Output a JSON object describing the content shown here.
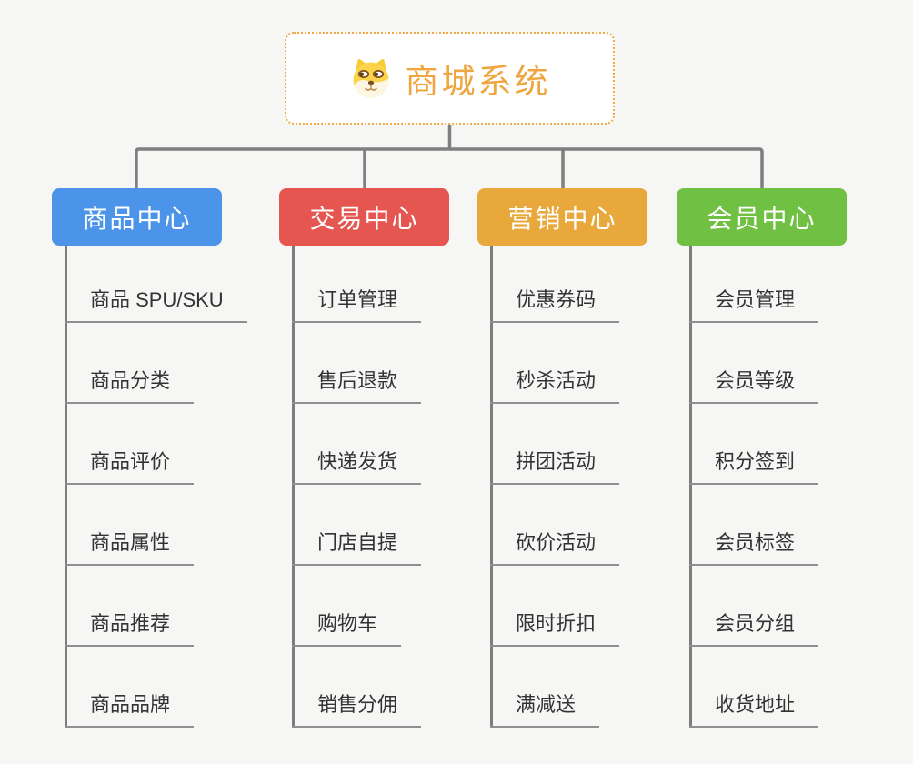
{
  "root": {
    "title": "商城系统",
    "icon": "dog-face-icon"
  },
  "branches": [
    {
      "label": "商品中心",
      "color": "#4b94e9",
      "items": [
        "商品 SPU/SKU",
        "商品分类",
        "商品评价",
        "商品属性",
        "商品推荐",
        "商品品牌"
      ]
    },
    {
      "label": "交易中心",
      "color": "#e4564f",
      "items": [
        "订单管理",
        "售后退款",
        "快递发货",
        "门店自提",
        "购物车",
        "销售分佣"
      ]
    },
    {
      "label": "营销中心",
      "color": "#e9a83c",
      "items": [
        "优惠券码",
        "秒杀活动",
        "拼团活动",
        "砍价活动",
        "限时折扣",
        "满减送"
      ]
    },
    {
      "label": "会员中心",
      "color": "#70c043",
      "items": [
        "会员管理",
        "会员等级",
        "积分签到",
        "会员标签",
        "会员分组",
        "收货地址"
      ]
    }
  ],
  "colors": {
    "root_accent": "#f0a640",
    "root_border": "#f2a945",
    "connector_line": "#7f7f7f",
    "item_underline": "#8f8f8f",
    "item_text": "#333333",
    "canvas_background": "#f6f6f5"
  }
}
